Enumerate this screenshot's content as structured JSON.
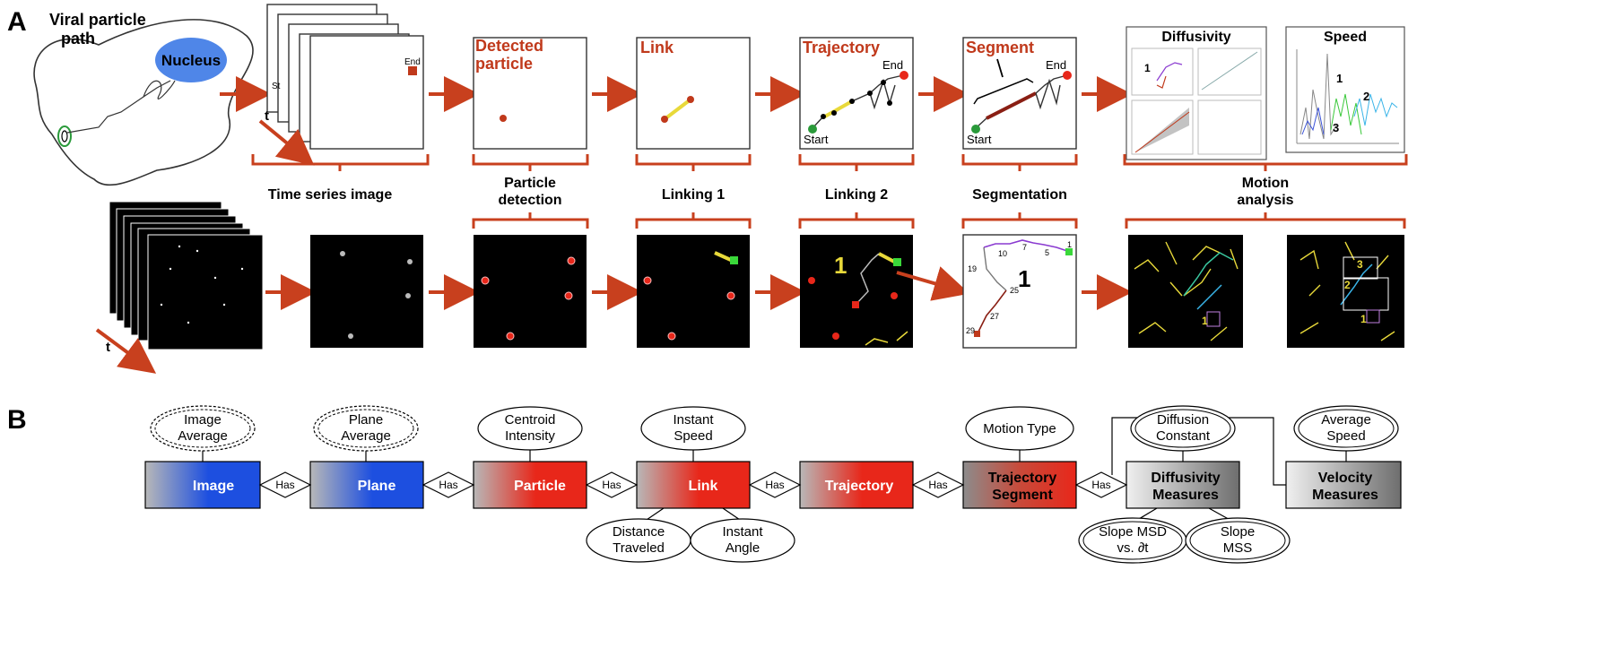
{
  "panelA": {
    "label": "A",
    "cell": {
      "title_line1": "Viral particle",
      "title_line2": "path",
      "nucleus": "Nucleus"
    },
    "stack_top": {
      "start": "St",
      "end": "End",
      "t": "t"
    },
    "detected": {
      "title_line1": "Detected",
      "title_line2": "particle"
    },
    "link": {
      "title": "Link"
    },
    "trajectory": {
      "title": "Trajectory",
      "end": "End",
      "start": "Start"
    },
    "segment": {
      "title": "Segment",
      "end": "End",
      "start": "Start"
    },
    "diffusivity": {
      "title": "Diffusivity",
      "marker": "1"
    },
    "speed": {
      "title": "Speed",
      "marker1": "1",
      "marker2": "2",
      "marker3": "3"
    },
    "steps": {
      "time_series": "Time series image",
      "particle_detection_1": "Particle",
      "particle_detection_2": "detection",
      "linking1": "Linking 1",
      "linking2": "Linking 2",
      "segmentation": "Segmentation",
      "motion_analysis_1": "Motion",
      "motion_analysis_2": "analysis"
    },
    "stack_bottom": {
      "t": "t"
    },
    "linking2_img": {
      "label": "1"
    },
    "segmentation_img": {
      "big_label": "1",
      "labels": [
        "1",
        "5",
        "7",
        "10",
        "19",
        "25",
        "27",
        "29"
      ]
    },
    "motion_img2": {
      "labels": [
        "1",
        "2",
        "3"
      ]
    }
  },
  "panelB": {
    "label": "B",
    "entities": [
      {
        "label_line1": "Image",
        "label_line2": ""
      },
      {
        "label_line1": "Plane",
        "label_line2": ""
      },
      {
        "label_line1": "Particle",
        "label_line2": ""
      },
      {
        "label_line1": "Link",
        "label_line2": ""
      },
      {
        "label_line1": "Trajectory",
        "label_line2": ""
      },
      {
        "label_line1": "Trajectory",
        "label_line2": "Segment"
      },
      {
        "label_line1": "Diffusivity",
        "label_line2": "Measures"
      },
      {
        "label_line1": "Velocity",
        "label_line2": "Measures"
      }
    ],
    "relationships": [
      "Has",
      "Has",
      "Has",
      "Has",
      "Has",
      "Has"
    ],
    "attributes": {
      "image_average": [
        "Image",
        "Average"
      ],
      "plane_average": [
        "Plane",
        "Average"
      ],
      "centroid_intensity": [
        "Centroid",
        "Intensity"
      ],
      "instant_speed": [
        "Instant",
        "Speed"
      ],
      "distance_traveled": [
        "Distance",
        "Traveled"
      ],
      "instant_angle": [
        "Instant",
        "Angle"
      ],
      "motion_type": [
        "Motion Type"
      ],
      "diffusion_constant": [
        "Diffusion",
        "Constant"
      ],
      "slope_msd": [
        "Slope MSD",
        "vs. ∂t"
      ],
      "slope_mss": [
        "Slope",
        "MSS"
      ],
      "average_speed": [
        "Average",
        "Speed"
      ]
    },
    "colors": {
      "blue": "#1d4fe0",
      "red": "#e8271a",
      "gray": "#7a7a7a",
      "arrow": "#c8401e"
    }
  }
}
